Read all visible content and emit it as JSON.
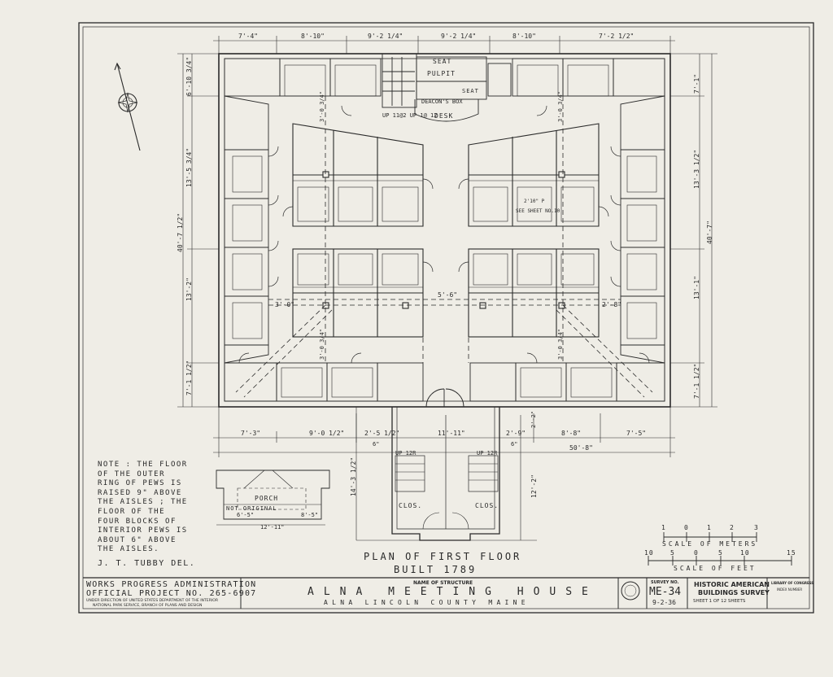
{
  "drawing": {
    "title": "PLAN OF FIRST FLOOR",
    "subtitle": "BUILT 1789",
    "delineator": "J. T. TUBBY DEL.",
    "note_lines": [
      "NOTE : THE FLOOR",
      "OF THE OUTER",
      "RING OF PEWS IS",
      "RAISED 9\" ABOVE",
      "THE AISLES ; THE",
      "FLOOR OF THE",
      "FOUR BLOCKS OF",
      "INTERIOR PEWS IS",
      "ABOUT 6\" ABOVE",
      "THE AISLES."
    ],
    "room_labels": {
      "seat_top": "SEAT",
      "pulpit": "PULPIT",
      "seat_right": "SEAT",
      "deacons_box": "DEACON'S BOX",
      "desk": "DESK",
      "up_left": "UP 11@2  UP 1@ 12",
      "see_sheet": "SEE SHEET NO.10",
      "detail_p": "2'10\" P",
      "clos_left": "CLOS.",
      "clos_right": "CLOS.",
      "up_stair_left": "UP 12R",
      "up_stair_right": "UP 12R",
      "porch": "PORCH",
      "not_original": "NOT ORIGINAL"
    },
    "dims_top": [
      "7'-4\"",
      "8'-10\"",
      "9'-2 1/4\"",
      "9'-2 1/4\"",
      "8'-10\"",
      "7'-2 1/2\""
    ],
    "dims_bottom": [
      "7'-3\"",
      "9'-0 1/2\"",
      "2'-5 1/2\"",
      "11'-11\"",
      "2'-9\"",
      "8'-8\"",
      "7'-5\""
    ],
    "dims_left": [
      "6'-10 3/4\"",
      "13'-5 3/4\"",
      "40'-7 1/2\"",
      "13'-2\"",
      "7'-1 1/2\""
    ],
    "dims_right": [
      "7'-1\"",
      "13'-3 1/2\"",
      "40'-7\"",
      "13'-1\"",
      "7'-1 1/2\""
    ],
    "dims_misc": {
      "aisle_tl": "3'-0 3/4\"",
      "aisle_tr": "3'-0 3/4\"",
      "aisle_bl": "3'-0 3/4\"",
      "aisle_br": "3'-0 3/4\"",
      "center_aisle": "5'-6\"",
      "left_aisle": "3'-0\"",
      "right_aisle": "2'-8\"",
      "overall": "50'-8\"",
      "porch_depth": "14'-3 1/2\"",
      "porch_inner": "12'-2\"",
      "porch_step": "2'-2\"",
      "porch_6a": "6\"",
      "porch_6b": "6\"",
      "porch_w1": "6'-5\"",
      "porch_w2": "8'-5\"",
      "porch_w3": "12'-11\""
    },
    "scale_meters": {
      "label": "SCALE OF METERS",
      "ticks": [
        "1",
        "0",
        "1",
        "2",
        "3"
      ]
    },
    "scale_feet": {
      "label": "SCALE OF FEET",
      "ticks": [
        "10",
        "5",
        "0",
        "5",
        "10",
        "15"
      ]
    }
  },
  "title_block": {
    "agency_line1": "WORKS PROGRESS ADMINISTRATION",
    "agency_line2": "OFFICIAL PROJECT NO. 265-6907",
    "agency_line3": "UNDER DIRECTION OF UNITED STATES DEPARTMENT OF THE INTERIOR",
    "agency_line4": "NATIONAL PARK SERVICE, BRANCH OF PLANS AND DESIGN",
    "name_label": "NAME OF STRUCTURE",
    "structure_name": "ALNA MEETING HOUSE",
    "location": "ALNA LINCOLN COUNTY MAINE",
    "survey_label": "SURVEY NO.",
    "survey_no": "ME-34",
    "survey_date": "9-2-36",
    "habs_line1": "HISTORIC AMERICAN",
    "habs_line2": "BUILDINGS SURVEY",
    "sheet_text": "SHEET 1 OF 12 SHEETS",
    "library_line1": "LIBRARY OF CONGRESS",
    "library_line2": "INDEX NUMBER"
  },
  "colors": {
    "paper": "#efede6",
    "ink": "#2a2a2a"
  }
}
